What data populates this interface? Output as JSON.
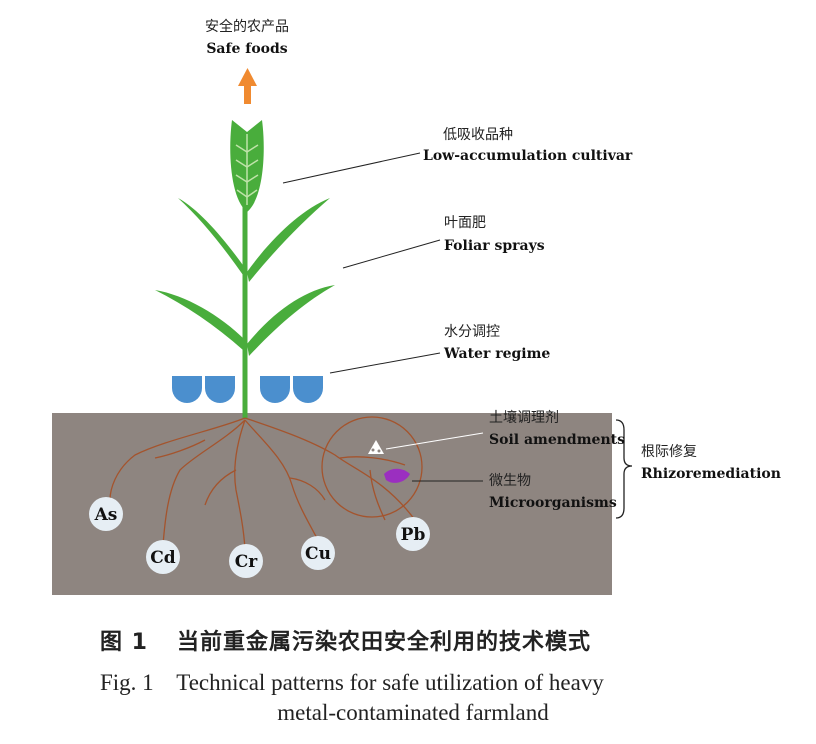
{
  "top_output": {
    "cn": "安全的农产品",
    "en": "Safe foods"
  },
  "labels": {
    "cultivar": {
      "cn": "低吸收品种",
      "en": "Low-accumulation cultivar"
    },
    "foliar": {
      "cn": "叶面肥",
      "en": "Foliar sprays"
    },
    "water": {
      "cn": "水分调控",
      "en": "Water regime"
    },
    "soil_amend": {
      "cn": "土壤调理剂",
      "en": "Soil amendments"
    },
    "microbes": {
      "cn": "微生物",
      "en": "Microorganisms"
    },
    "rhizo": {
      "cn": "根际修复",
      "en": "Rhizoremediation"
    }
  },
  "metals": [
    "As",
    "Cd",
    "Cr",
    "Cu",
    "Pb"
  ],
  "caption": {
    "cn_label": "图 1",
    "cn_text": "当前重金属污染农田安全利用的技术模式",
    "en_line1": "Fig. 1    Technical patterns for safe utilization of heavy",
    "en_line2": "metal-contaminated farmland"
  },
  "colors": {
    "soil": "#8e8580",
    "leaf": "#49ad3c",
    "drop": "#4b8fce",
    "root": "#a4542d",
    "arrow": "#f08a30",
    "microbe": "#9b2fc0",
    "metal_circle": "#e6eef4"
  }
}
